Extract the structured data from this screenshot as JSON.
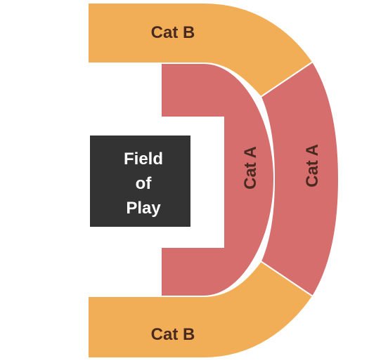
{
  "map": {
    "field_of_play": {
      "lines": [
        "Field",
        "of",
        "Play"
      ],
      "fill": "#333333",
      "text_color": "#ffffff"
    },
    "sections": {
      "cat_b_top": {
        "label": "Cat B",
        "fill": "#F1AE56"
      },
      "cat_b_bottom": {
        "label": "Cat B",
        "fill": "#F1AE56"
      },
      "cat_a_inner": {
        "label": "Cat A",
        "fill": "#D76E6E"
      },
      "cat_a_outer": {
        "label": "Cat A",
        "fill": "#D76E6E"
      }
    },
    "label_color": "#4a2a20",
    "divider_color": "#ffffff"
  }
}
